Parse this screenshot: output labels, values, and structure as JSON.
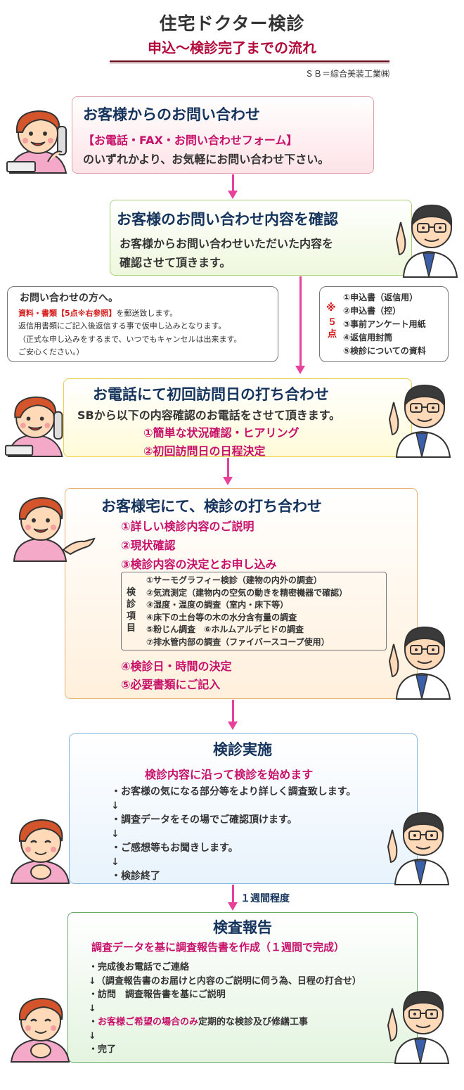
{
  "header": {
    "title": "住宅ドクター検診",
    "subtitle": "申込〜検診完了までの流れ",
    "note": "ＳＢ＝綜合美装工業㈱"
  },
  "step1": {
    "title": "お客様からのお問い合わせ",
    "methods": "【お電話・FAX・お問い合わせフォーム】",
    "text": "のいずれかより、お気軽にお問い合わせ下さい。"
  },
  "step2": {
    "title": "お客様のお問い合わせ内容を確認",
    "line1": "お客様からお問い合わせいただいた内容を",
    "line2": "確認させて頂きます。"
  },
  "info": {
    "heading": "お問い合わせの方へ。",
    "line1_red": "資料・書類【5点※右参照】",
    "line1_rest": "を郵送致します。",
    "line2": "返信用書類にご記入後返信する事で仮申し込みとなります。",
    "line3": "（正式な申し込みをするまで、いつでもキャンセルは出来ます。",
    "line4": "ご安心ください。）"
  },
  "docs": {
    "mark": "※",
    "count": "５",
    "unit": "点",
    "items": [
      "①申込書（返信用）",
      "②申込書（控）",
      "③事前アンケート用紙",
      "④返信用封筒",
      "⑤検診についての資料"
    ]
  },
  "step3": {
    "title": "お電話にて初回訪問日の打ち合わせ",
    "text": "SBから以下の内容確認のお電話をさせて頂きます。",
    "items": [
      "①簡単な状況確認・ヒアリング",
      "②初回訪問日の日程決定"
    ]
  },
  "step4": {
    "title": "お客様宅にて、検診の打ち合わせ",
    "items_top": [
      "①詳しい検診内容のご説明",
      "②現状確認",
      "③検診内容の決定とお申し込み"
    ],
    "label_chars": [
      "検",
      "診",
      "項",
      "目"
    ],
    "exam_items": [
      "①サーモグラフィー検診（建物の内外の調査）",
      "②気流測定（建物内の空気の動きを精密機器で確認）",
      "③湿度・温度の調査（室内・床下等）",
      "④床下の土台等の木の水分含有量の調査",
      "⑤粉じん調査　⑥ホルムアルデヒドの調査",
      "⑦排水管内部の調査（ファイバースコープ使用）"
    ],
    "items_bottom": [
      "④検診日・時間の決定",
      "⑤必要書類にご記入"
    ]
  },
  "step5": {
    "title": "検診実施",
    "subtitle": "検診内容に沿って検診を始めます",
    "lines": [
      "・お客様の気になる部分等をより詳しく調査致します。",
      "↓",
      "・調査データをその場でご確認頂けます。",
      "↓",
      "・ご感想等もお聞きします。",
      "↓",
      "・検診終了"
    ]
  },
  "interval": "１週間程度",
  "step6": {
    "title": "検査報告",
    "subtitle": "調査データを基に調査報告書を作成（１週間で完成）",
    "line1": "・完成後お電話でご連絡",
    "line2": "↓（調査報告書のお届けと内容のご説明に伺う為、日程の打合せ）",
    "line3": "・訪問　調査報告書を基にご説明",
    "line4": "↓",
    "line5_prefix": "・",
    "line5_pink": "お客様ご希望の場合のみ",
    "line5_rest": "定期的な検診及び修繕工事",
    "line6": "↓",
    "line7": "・完了"
  },
  "colors": {
    "navy": "#14335c",
    "pink": "#c7106a",
    "red": "#d41a1a",
    "arrow": "#e8419a",
    "subtitle": "#b30a3c"
  }
}
